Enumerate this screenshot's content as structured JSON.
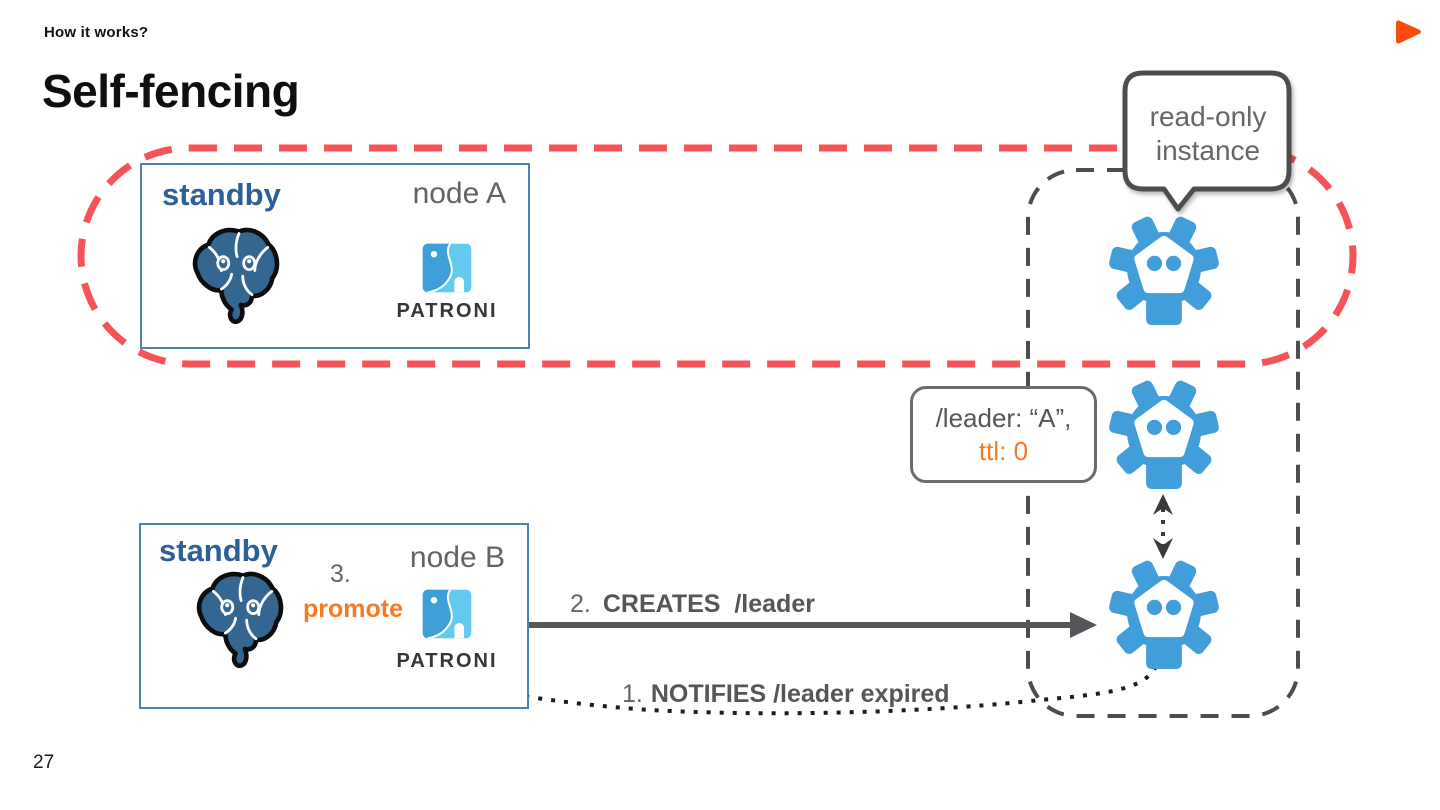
{
  "slide": {
    "kicker": "How it works?",
    "title": "Self-fencing",
    "page_number": "27"
  },
  "node_a": {
    "role": "standby",
    "name": "node A",
    "patroni_label": "PATRONI"
  },
  "node_b": {
    "role": "standby",
    "name": "node B",
    "patroni_label": "PATRONI"
  },
  "callout": {
    "line1": "read-only",
    "line2": "instance"
  },
  "leader_key": {
    "line1": "/leader: “A”,",
    "line2": "ttl: 0"
  },
  "steps": {
    "notifies": {
      "num": "1.",
      "label": "NOTIFIES /leader expired"
    },
    "creates": {
      "num": "2.",
      "label": "CREATES  /leader"
    },
    "promote": {
      "num": "3.",
      "label": "promote"
    }
  },
  "icons": {
    "postgres": "postgresql-elephant-icon",
    "patroni": "patroni-logo-icon",
    "etcd_node": "etcd-node-icon",
    "brand": "play-logo-icon"
  },
  "colors": {
    "fence_red": "#f4535a",
    "dcs_gray": "#4d4d4d",
    "etcd_blue": "#419eda",
    "postgres_blue": "#336791",
    "accent_orange": "#f47b20",
    "node_border_blue": "#4f81ad",
    "standby_blue": "#2d6097",
    "brand_orange": "#f94d0d"
  }
}
